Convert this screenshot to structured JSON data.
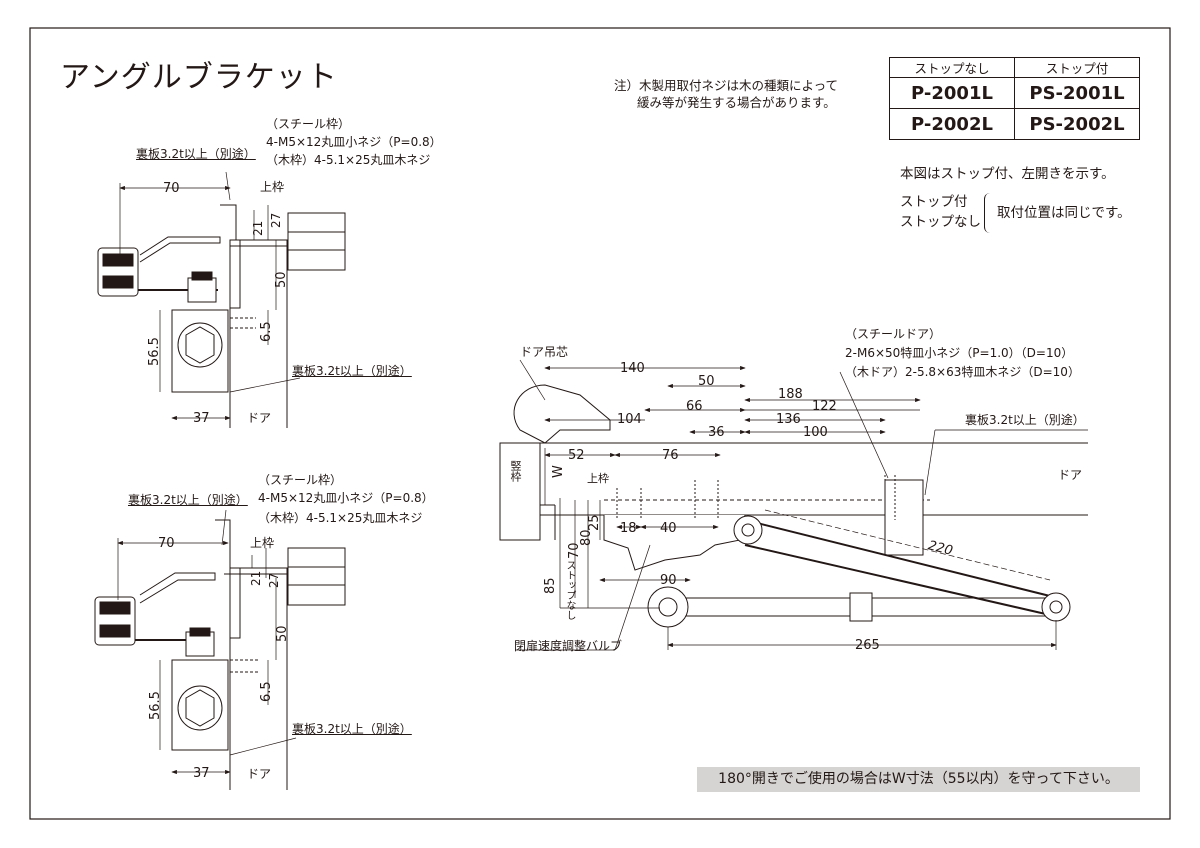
{
  "title": "アングルブラケット",
  "note": {
    "line1": "注）木製用取付ネジは木の種類によって",
    "line2": "緩み等が発生する場合があります。"
  },
  "model_table": {
    "headers": [
      "ストップなし",
      "ストップ付"
    ],
    "rows": [
      [
        "P-2001L",
        "PS-2001L"
      ],
      [
        "P-2002L",
        "PS-2002L"
      ]
    ]
  },
  "figure_note": "本図はストップ付、左開きを示す。",
  "stop_note": {
    "stop": "ストップ付",
    "no_stop": "ストップなし",
    "same": "取付位置は同じです。"
  },
  "detail_top": {
    "steel_frame": "（スチール枠）",
    "steel_screw": "4-M5×12丸皿小ネジ（P=0.8）",
    "wood_screw": "（木枠）4-5.1×25丸皿木ネジ",
    "backplate_top": "裏板3.2t以上（別途）",
    "backplate_bottom": "裏板3.2t以上（別途）",
    "frame": "上枠",
    "door": "ドア",
    "dims": [
      "70",
      "21",
      "27",
      "50",
      "6.5",
      "56.5",
      "37"
    ]
  },
  "detail_bottom": {
    "steel_frame": "（スチール枠）",
    "steel_screw": "4-M5×12丸皿小ネジ（P=0.8）",
    "wood_screw": "（木枠）4-5.1×25丸皿木ネジ",
    "backplate_top": "裏板3.2t以上（別途）",
    "backplate_bottom": "裏板3.2t以上（別途）",
    "frame": "上枠",
    "door": "ドア",
    "dims": [
      "70",
      "21",
      "27",
      "50",
      "6.5",
      "56.5",
      "37"
    ]
  },
  "main_view": {
    "pivot": "ドア吊芯",
    "steel_door": "（スチールドア）",
    "steel_screw": "2-M6×50特皿小ネジ（P=1.0）（D=10）",
    "wood_door": "（木ドア）2-5.8×63特皿木ネジ（D=10）",
    "backplate": "裏板3.2t以上（別途）",
    "door": "ドア",
    "jamb": "竪枠",
    "frame": "上枠",
    "valve": "閉扉速度調整バルブ",
    "no_stop_label": "ストップなし",
    "W": "W",
    "dims": {
      "d140": "140",
      "d50": "50",
      "d188": "188",
      "d66": "66",
      "d122": "122",
      "d104": "104",
      "d136": "136",
      "d36": "36",
      "d100": "100",
      "d52": "52",
      "d76": "76",
      "d18": "18",
      "d40": "40",
      "d25": "25",
      "d70": "70",
      "d80": "80",
      "d85": "85",
      "d90": "90",
      "d220": "220",
      "d265": "265"
    }
  },
  "banner": "180°開きでご使用の場合はW寸法（55以内）を守って下さい。"
}
